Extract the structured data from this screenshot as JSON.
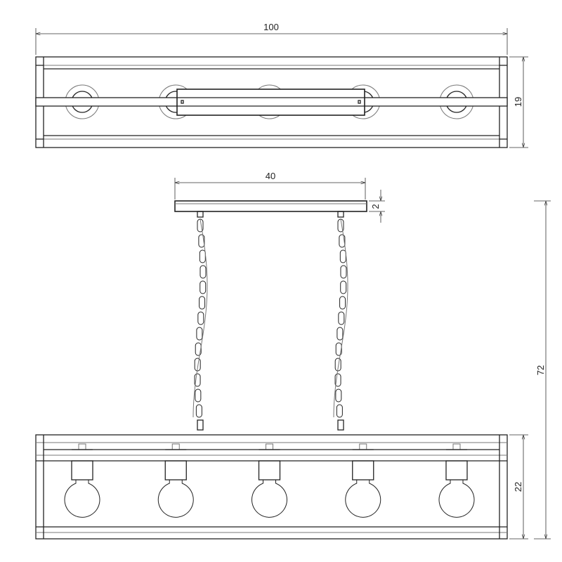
{
  "dimensions": {
    "total_width": "100",
    "frame_depth": "19",
    "canopy_width": "40",
    "canopy_height": "2",
    "total_height": "72",
    "frame_height": "22"
  },
  "bulb_count": 5
}
